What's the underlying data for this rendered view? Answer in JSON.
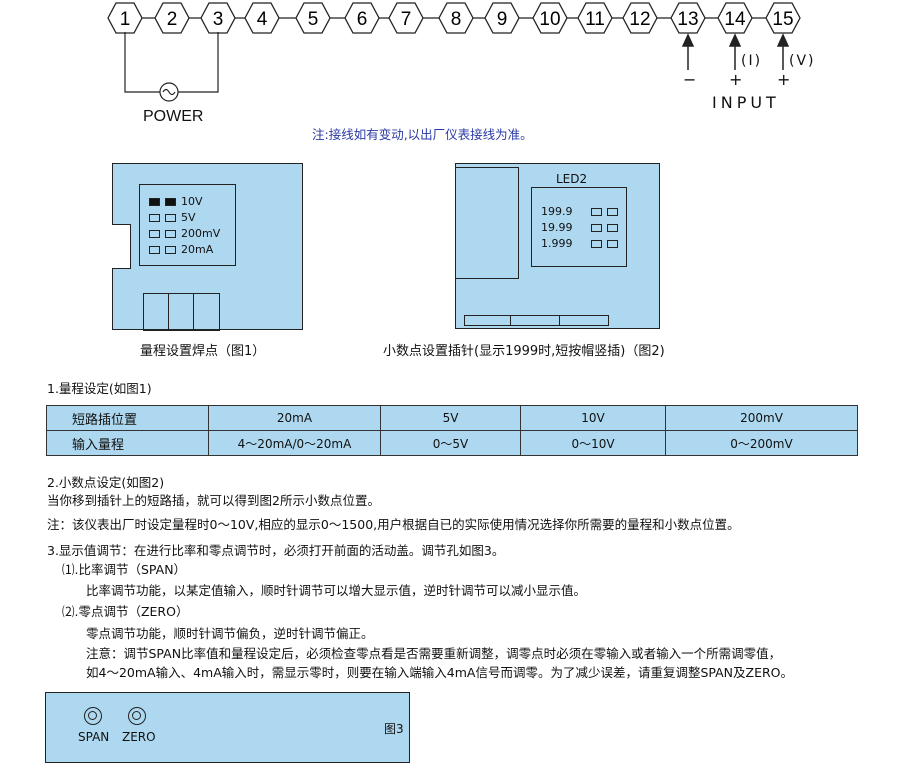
{
  "wiring": {
    "terminals": [
      "1",
      "2",
      "3",
      "4",
      "5",
      "6",
      "7",
      "8",
      "9",
      "10",
      "11",
      "12",
      "13",
      "14",
      "15"
    ],
    "power_label": "POWER",
    "input_label": "INPUT",
    "minus": "−",
    "plus_i": "+",
    "plus_v": "+",
    "current_label": "(I)",
    "voltage_label": "(V)",
    "note": "注:接线如有变动,以出厂仪表接线为准。"
  },
  "fig1": {
    "options": [
      "10V",
      "5V",
      "200mV",
      "20mA"
    ],
    "caption": "量程设置焊点（图1）"
  },
  "fig2": {
    "led_label": "LED2",
    "options": [
      "199.9",
      "19.99",
      "1.999"
    ],
    "caption": "小数点设置插针(显示1999时,短按帽竖插)（图2)"
  },
  "section1": {
    "heading": "1.量程设定(如图1)",
    "table": [
      [
        "短路插位置",
        "20mA",
        "5V",
        "10V",
        "200mV"
      ],
      [
        "输入量程",
        "4～20mA/0～20mA",
        "0～5V",
        "0～10V",
        "0～200mV"
      ]
    ]
  },
  "section2": {
    "heading": "2.小数点设定(如图2)",
    "line1": "当你移到插针上的短路插，就可以得到图2所示小数点位置。",
    "note": "注：该仪表出厂时设定量程时0～10V,相应的显示0～1500,用户根据自已的实际使用情况选择你所需要的量程和小数点位置。"
  },
  "section3": {
    "heading": "3.显示值调节：在进行比率和零点调节时，必须打开前面的活动盖。调节孔如图3。",
    "span_title": "⑴.比率调节（SPAN）",
    "span_text": "比率调节功能，以某定值输入，顺时针调节可以增大显示值，逆时针调节可以减小显示值。",
    "zero_title": "⑵.零点调节（ZERO）",
    "zero_text": "零点调节功能，顺时针调节偏负，逆时针调节偏正。",
    "note1": "注意：调节SPAN比率值和量程设定后，必须检查零点看是否需要重新调整，调零点时必须在零输入或者输入一个所需调零值，",
    "note2": "如4～20mA输入、4mA输入时，需显示零时，则要在输入端输入4mA信号而调零。为了减少误差，请重复调整SPAN及ZERO。"
  },
  "fig3": {
    "span_label": "SPAN",
    "zero_label": "ZERO",
    "caption": "图3"
  }
}
